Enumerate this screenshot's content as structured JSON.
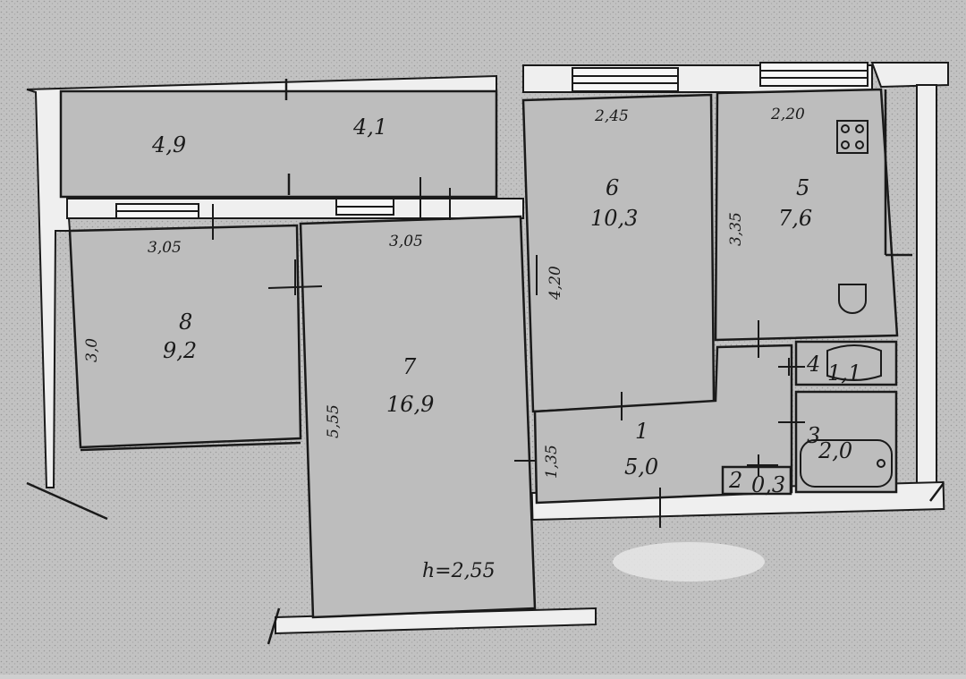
{
  "colors": {
    "paper": "#cfcfcf",
    "floor": "#b9b9b9",
    "wall": "#f2f2f2",
    "line": "#1a1a1a",
    "blur": "#e6e6e6"
  },
  "rooms": [
    {
      "id": "balcony-left",
      "number": "",
      "area": "4,9"
    },
    {
      "id": "balcony-right",
      "number": "",
      "area": "4,1"
    },
    {
      "id": "room-8",
      "number": "8",
      "area": "9,2"
    },
    {
      "id": "room-7",
      "number": "7",
      "area": "16,9"
    },
    {
      "id": "room-6",
      "number": "6",
      "area": "10,3"
    },
    {
      "id": "room-5",
      "number": "5",
      "area": "7,6"
    },
    {
      "id": "room-1",
      "number": "1",
      "area": "5,0"
    },
    {
      "id": "room-4",
      "number": "4",
      "area": "1,1"
    },
    {
      "id": "room-3",
      "number": "3",
      "area": "2,0"
    },
    {
      "id": "room-2",
      "number": "2",
      "area": "0,3"
    }
  ],
  "dimensions": {
    "room8_width": "3,05",
    "room8_depth": "3,0",
    "room7_width": "3,05",
    "room7_depth": "5,55",
    "room6_width": "2,45",
    "room6_depth": "4,20",
    "room5_width": "2,20",
    "room5_depth": "3,35",
    "hall_depth": "1,35"
  },
  "ceiling_height": "h=2,55",
  "icons": [
    "stove-icon",
    "sink-icon",
    "washbasin-icon",
    "bathtub-icon",
    "window-icon"
  ]
}
